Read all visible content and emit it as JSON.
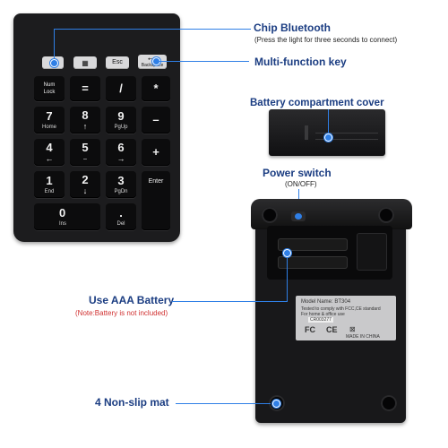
{
  "keypad": {
    "keys": [
      {
        "id": "bluetooth",
        "type": "fkey",
        "main": "",
        "sub": "",
        "icon": "bluetooth-icon"
      },
      {
        "id": "calc",
        "type": "fkey",
        "main": "",
        "sub": "",
        "icon": "calculator-icon"
      },
      {
        "id": "esc",
        "type": "fkey",
        "main": "Esc",
        "sub": ""
      },
      {
        "id": "backspace",
        "type": "fkey",
        "main": "",
        "sub": "Backspace",
        "icon": "backspace-arrow-icon"
      },
      {
        "id": "numlock",
        "main": "",
        "sub": "Num Lock"
      },
      {
        "id": "equals",
        "main": "=",
        "sub": ""
      },
      {
        "id": "slash",
        "main": "/",
        "sub": ""
      },
      {
        "id": "star",
        "main": "*",
        "sub": ""
      },
      {
        "id": "seven",
        "main": "7",
        "sub": "Home"
      },
      {
        "id": "eight",
        "main": "8",
        "sub": "",
        "arrow": "↑"
      },
      {
        "id": "nine",
        "main": "9",
        "sub": "PgUp"
      },
      {
        "id": "minus",
        "main": "–",
        "sub": ""
      },
      {
        "id": "four",
        "main": "4",
        "sub": "",
        "arrow": "←"
      },
      {
        "id": "five",
        "main": "5",
        "sub": ""
      },
      {
        "id": "six",
        "main": "6",
        "sub": "",
        "arrow": "→"
      },
      {
        "id": "plus",
        "main": "+",
        "sub": ""
      },
      {
        "id": "one",
        "main": "1",
        "sub": "End"
      },
      {
        "id": "two",
        "main": "2",
        "sub": "",
        "arrow": "↓"
      },
      {
        "id": "three",
        "main": "3",
        "sub": "PgDn"
      },
      {
        "id": "enter",
        "main": "",
        "sub": "Enter"
      },
      {
        "id": "zero",
        "main": "0",
        "sub": "Ins"
      },
      {
        "id": "dot",
        "main": ".",
        "sub": "Del"
      }
    ]
  },
  "callouts": {
    "chip_bluetooth": {
      "title": "Chip Bluetooth",
      "note": "(Press the light for three seconds to connect)"
    },
    "multi_function": {
      "title": "Multi-function key"
    },
    "battery_cover": {
      "title": "Battery compartment cover"
    },
    "power_switch": {
      "title": "Power switch",
      "note": "(ON/OFF)"
    },
    "aaa_battery": {
      "title": "Use AAA Battery",
      "note": "(Note:Battery is not included)"
    },
    "non_slip": {
      "title": "4 Non-slip mat"
    }
  },
  "label_plate": {
    "model": "Model Name: BT304",
    "line2": "Tested to comply with FCC,CE standard",
    "line3": "For home & office use",
    "serial": "CR003277",
    "origin": "MADE IN CHINA"
  },
  "colors": {
    "accent": "#2f7fe6",
    "title": "#1b3d82",
    "note_red": "#d03030"
  }
}
